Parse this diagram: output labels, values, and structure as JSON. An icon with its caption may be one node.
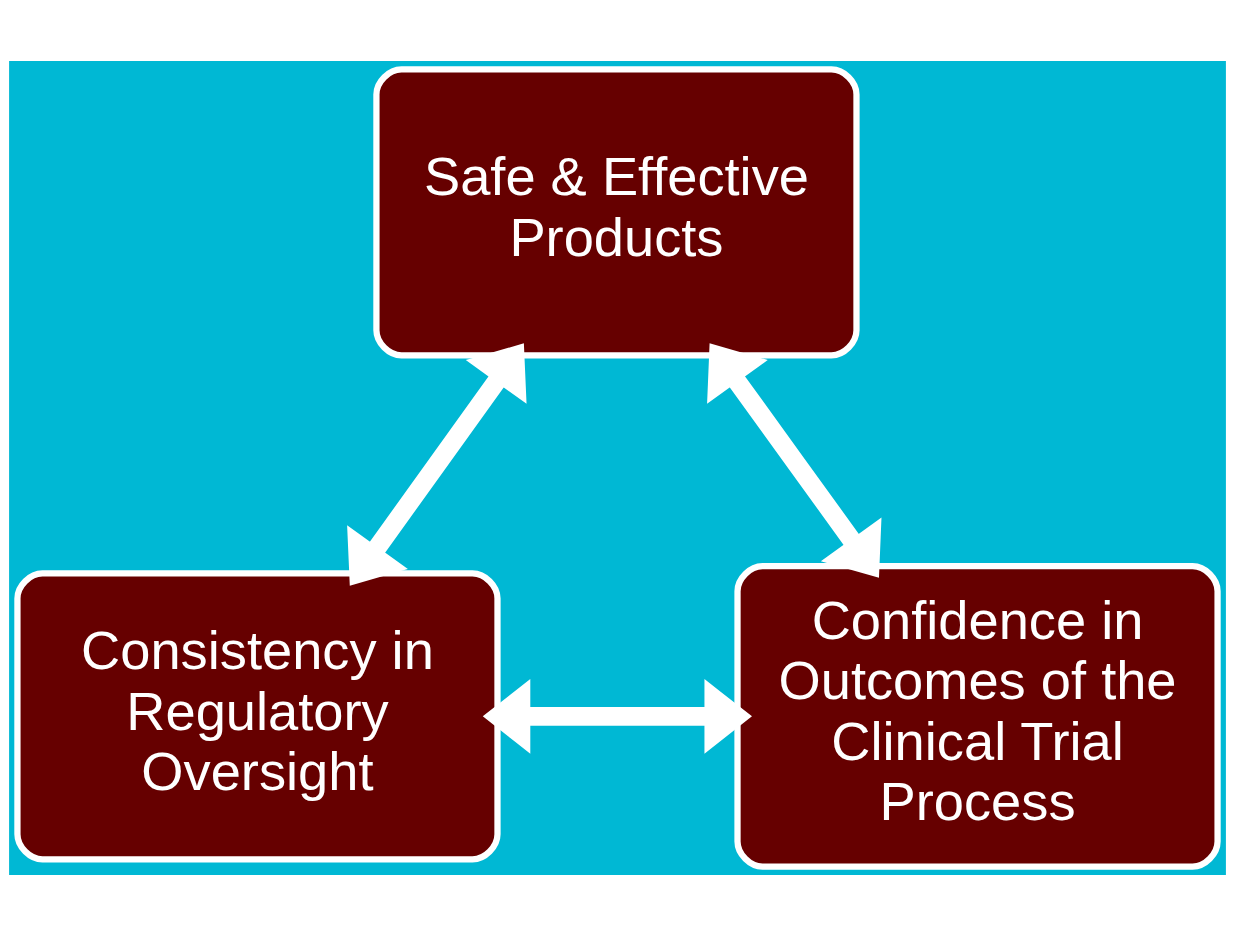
{
  "diagram": {
    "nodes": [
      {
        "text": [
          "Safe & Effective Products"
        ]
      },
      {
        "text": [
          "Consistency in Regulatory Oversight"
        ]
      },
      {
        "text": [
          "Confidence in Outcomes of the Clinical Trial Process"
        ]
      }
    ],
    "edges": [
      {
        "from": 0,
        "to": 1,
        "arrow": "both"
      },
      {
        "from": 0,
        "to": 2,
        "arrow": "both"
      },
      {
        "from": 1,
        "to": 2,
        "arrow": "both"
      }
    ]
  }
}
